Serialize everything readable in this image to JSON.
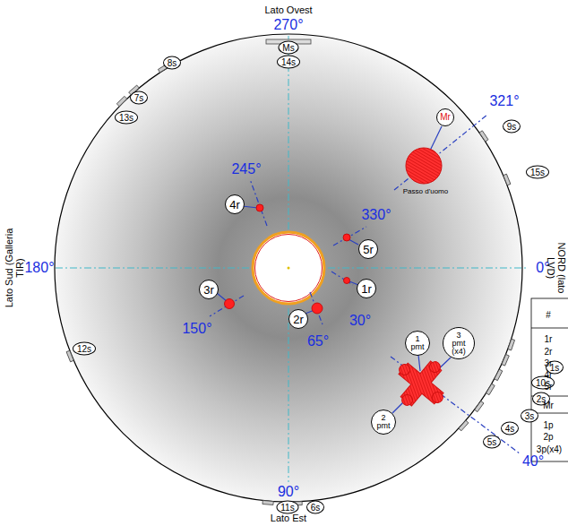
{
  "diagram": {
    "nodes": [
      {
        "text": [
          "Ms"
        ]
      },
      {
        "text": [
          "14s"
        ]
      },
      {
        "text": [
          "8s"
        ]
      },
      {
        "text": [
          "Mr"
        ]
      },
      {
        "text": [
          "9s"
        ]
      },
      {
        "text": [
          "7s"
        ]
      },
      {
        "text": [
          "13s"
        ]
      },
      {
        "text": [
          "15s"
        ]
      },
      {
        "text": [
          "4r"
        ]
      },
      {
        "text": [
          "5r"
        ]
      },
      {
        "text": [
          "3r"
        ]
      },
      {
        "text": [
          "1r"
        ]
      },
      {
        "text": [
          "2r"
        ]
      },
      {
        "text": [
          "1 pmt"
        ]
      },
      {
        "text": [
          "3 pmt (x4)"
        ]
      },
      {
        "text": [
          "12s"
        ]
      },
      {
        "text": [
          "1s"
        ]
      },
      {
        "text": [
          "10s"
        ]
      },
      {
        "text": [
          "2 pmt"
        ]
      },
      {
        "text": [
          "2s"
        ]
      },
      {
        "text": [
          "3s"
        ]
      },
      {
        "text": [
          "4s"
        ]
      },
      {
        "text": [
          "5s"
        ]
      },
      {
        "text": [
          "11s"
        ]
      },
      {
        "text": [
          "6s"
        ]
      }
    ],
    "labels": [
      "Lato Ovest",
      "270°",
      "321°",
      "Passo d'uomo",
      "245°",
      "330°",
      "Lato Sud (Galleria TIR)",
      "180°",
      "0°",
      "NORD (lato LVD)",
      "150°",
      "30°",
      "65°",
      "40°",
      "90°",
      "Lato Est",
      "#",
      "1r",
      "2r",
      "3r",
      "4r",
      "5r",
      "Mr",
      "1p",
      "2p",
      "3p(x4)"
    ]
  }
}
